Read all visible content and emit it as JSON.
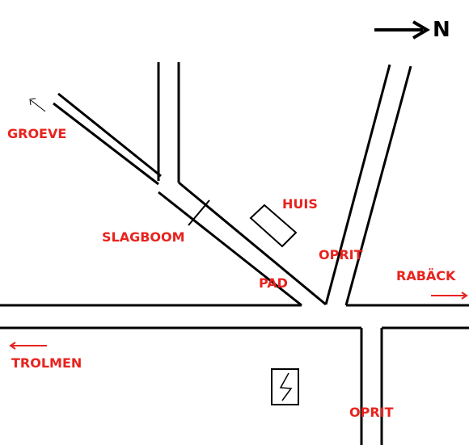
{
  "colors": {
    "label": "#e8231e",
    "line": "#000000",
    "background": "#ffffff"
  },
  "north": {
    "letter": "N",
    "icon": "arrow-right-icon"
  },
  "labels": {
    "groeve": "GROEVE",
    "slagboom": "SLAGBOOM",
    "huis": "HUIS",
    "oprit_upper": "OPRIT",
    "pad": "PAD",
    "raback": "RABÄCK",
    "trolmen": "TROLMEN",
    "oprit_lower": "OPRIT"
  },
  "icons": {
    "lightning": "lightning-icon",
    "huis_building": "house-rectangle-icon",
    "groeve_arrow": "arrow-up-left-icon",
    "raback_arrow": "arrow-right-icon",
    "trolmen_arrow": "arrow-left-icon",
    "barrier": "barrier-icon"
  }
}
